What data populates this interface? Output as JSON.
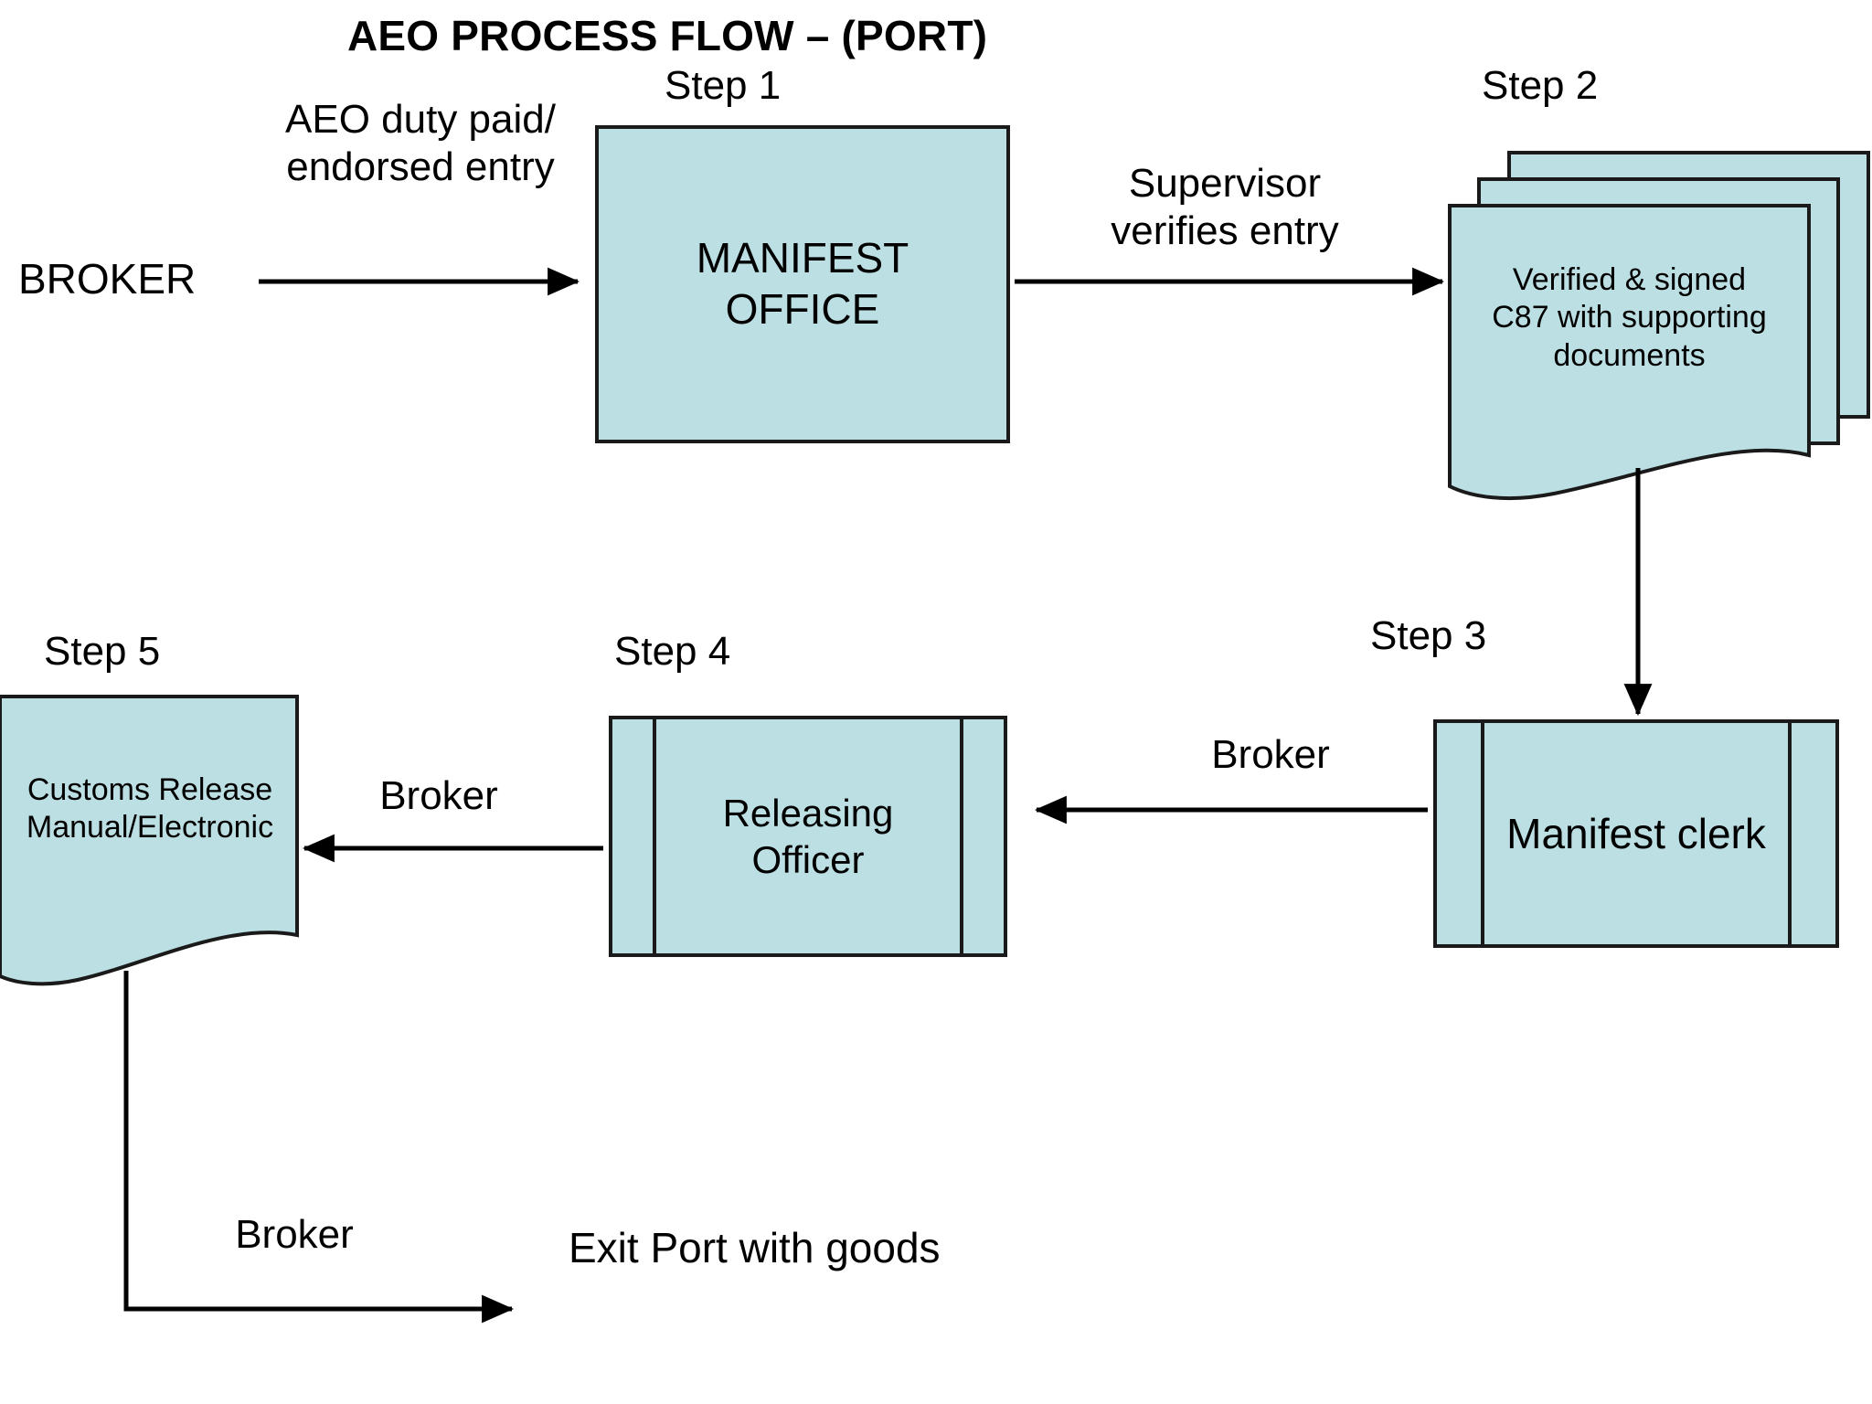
{
  "page": {
    "title": "AEO PROCESS FLOW – (PORT)",
    "background_color": "#ffffff",
    "shape_fill": "#bcdfe3",
    "shape_stroke": "#1a1a1a",
    "text_color": "#000000"
  },
  "actors": {
    "broker_start": "BROKER"
  },
  "steps": [
    {
      "id": "step1",
      "label": "Step 1",
      "shape": "process-rectangle",
      "text": "MANIFEST\nOFFICE"
    },
    {
      "id": "step2",
      "label": "Step 2",
      "shape": "multi-document",
      "text": "Verified & signed\nC87 with supporting\ndocuments"
    },
    {
      "id": "step3",
      "label": "Step 3",
      "shape": "predefined-process",
      "text": "Manifest clerk"
    },
    {
      "id": "step4",
      "label": "Step 4",
      "shape": "predefined-process",
      "text": "Releasing\nOfficer"
    },
    {
      "id": "step5",
      "label": "Step 5",
      "shape": "document",
      "text": "Customs Release\nManual/Electronic"
    }
  ],
  "connectors": [
    {
      "id": "broker-to-manifest",
      "label": "AEO duty paid/\nendorsed entry",
      "direction": "right"
    },
    {
      "id": "manifest-to-docs",
      "label": "Supervisor\nverifies entry",
      "direction": "right"
    },
    {
      "id": "docs-to-clerk",
      "label": "",
      "direction": "down"
    },
    {
      "id": "clerk-to-releasing",
      "label": "Broker",
      "direction": "left"
    },
    {
      "id": "releasing-to-customs",
      "label": "Broker",
      "direction": "left"
    },
    {
      "id": "customs-to-exit",
      "label": "Broker",
      "direction": "down-right"
    }
  ],
  "outcome": {
    "label": "Exit Port with goods"
  }
}
